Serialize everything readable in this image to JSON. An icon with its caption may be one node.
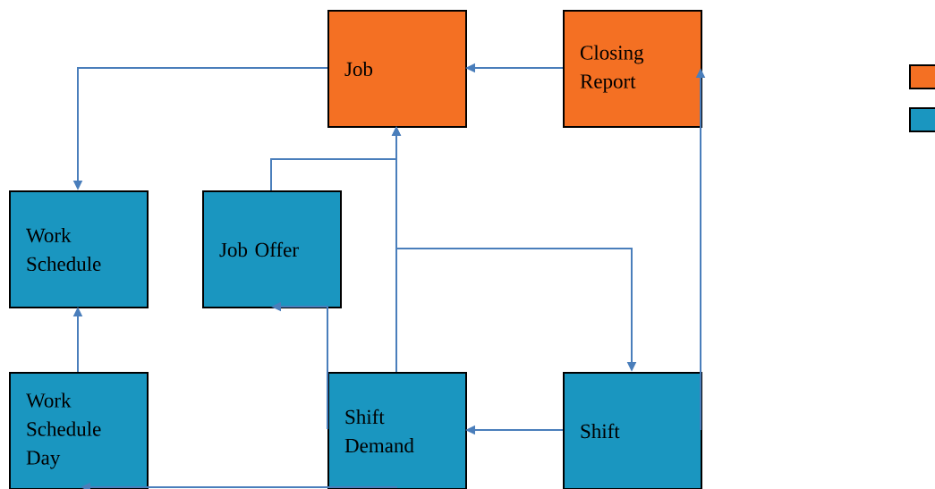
{
  "diagram": {
    "nodes": [
      {
        "text": [
          "Job"
        ]
      },
      {
        "text": [
          "Closing Report"
        ]
      },
      {
        "text": [
          "Work Schedule"
        ]
      },
      {
        "text": [
          "Job Offer"
        ]
      },
      {
        "text": [
          "Work Schedule Day"
        ]
      },
      {
        "text": [
          "Shift Demand"
        ]
      },
      {
        "text": [
          "Shift"
        ]
      }
    ],
    "edges": [
      {
        "from": 1,
        "to": 0,
        "arrow": "to"
      },
      {
        "from": 0,
        "to": 2,
        "arrow": "to"
      },
      {
        "from": 3,
        "to": 0,
        "arrow": "to"
      },
      {
        "from": 5,
        "to": 0,
        "arrow": "to"
      },
      {
        "from": 5,
        "to": 6,
        "arrow": "to"
      },
      {
        "from": 6,
        "to": 5,
        "arrow": "to"
      },
      {
        "from": 6,
        "to": 1,
        "arrow": "to"
      },
      {
        "from": 4,
        "to": 2,
        "arrow": "to"
      },
      {
        "from": 5,
        "to": 3,
        "arrow": "to"
      },
      {
        "from": 5,
        "to": 4,
        "arrow": "to"
      }
    ]
  }
}
